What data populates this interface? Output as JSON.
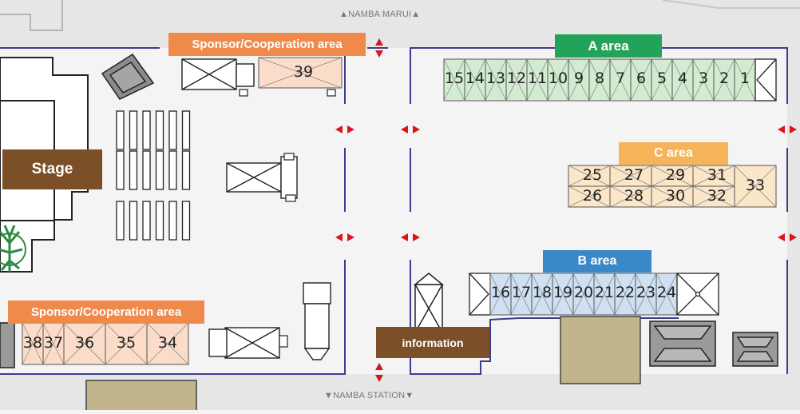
{
  "directions": {
    "north": "▲NAMBA MARUI▲",
    "south": "▼NAMBA STATION▼"
  },
  "areas": {
    "a": {
      "label": "A area",
      "booths": [
        "15",
        "14",
        "13",
        "12",
        "11",
        "10",
        "9",
        "8",
        "7",
        "6",
        "5",
        "4",
        "3",
        "2",
        "1"
      ]
    },
    "b": {
      "label": "B  area",
      "booths": [
        "16",
        "17",
        "18",
        "19",
        "20",
        "21",
        "22",
        "23",
        "24"
      ]
    },
    "c": {
      "label": "C  area",
      "booths_top": [
        "25",
        "27",
        "29",
        "31"
      ],
      "booths_bottom": [
        "26",
        "28",
        "30",
        "32"
      ],
      "booth_end": "33"
    }
  },
  "sponsor_top": {
    "label": "Sponsor/Cooperation area",
    "booth": "39"
  },
  "sponsor_bottom": {
    "label": "Sponsor/Cooperation area",
    "booths": [
      "38",
      "37",
      "36",
      "35",
      "34"
    ]
  },
  "stage": {
    "label": "Stage"
  },
  "information": {
    "label": "information"
  },
  "colors": {
    "a_area": "#23a35a",
    "a_booth": "#d3ebd0",
    "b_area": "#3b88c9",
    "b_booth": "#cfe0f3",
    "c_area": "#f5b45a",
    "c_booth": "#fbe6c8",
    "sponsor": "#f08a4b",
    "sponsor_booth": "#fbdcc8",
    "brown": "#7b5028",
    "wall": "#3e3c8c",
    "arrow": "#d9161c"
  }
}
